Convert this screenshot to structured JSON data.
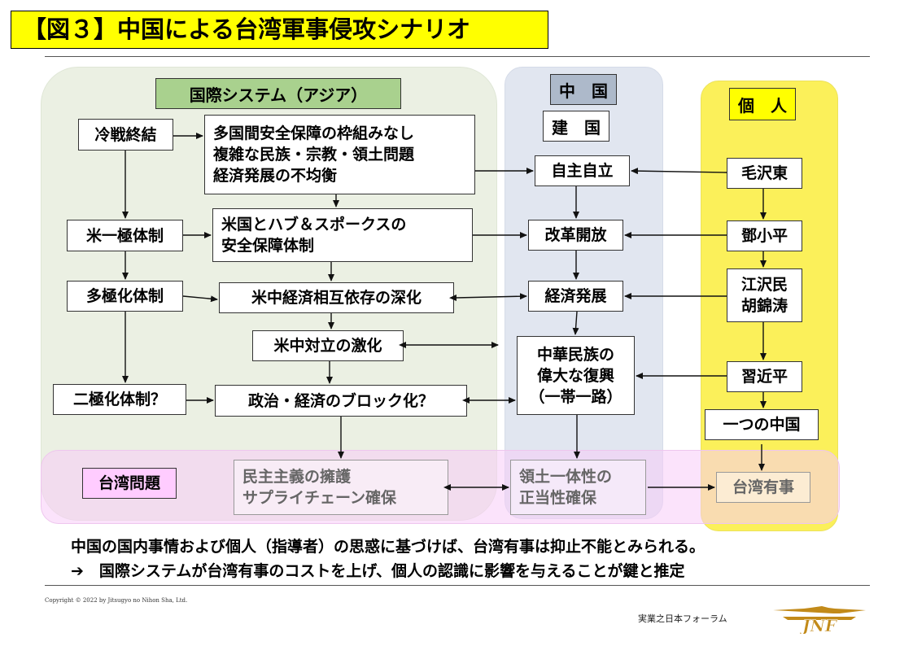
{
  "title": "【図３】中国による台湾軍事侵攻シナリオ",
  "headers": {
    "international": "国際システム（アジア）",
    "china": "中　国",
    "founding": "建　国",
    "individual": "個　人"
  },
  "international": {
    "cold_war_end": "冷戦終結",
    "problems": [
      "多国間安全保障の枠組みなし",
      "複雑な民族・宗教・領土問題",
      "経済発展の不均衡"
    ],
    "unipolar": "米一極体制",
    "hub_spokes": [
      "米国とハブ＆スポークスの",
      "安全保障体制"
    ],
    "multipolar": "多極化体制",
    "interdependence": "米中経済相互依存の深化",
    "confrontation": "米中対立の激化",
    "bipolar": "二極化体制？",
    "blocs": "政治・経済のブロック化？"
  },
  "china": {
    "self_reliance": "自主自立",
    "reform": "改革開放",
    "growth": "経済発展",
    "rejuvenation": [
      "中華民族の",
      "偉大な復興",
      "（一帯一路）"
    ]
  },
  "individual": {
    "mao": "毛沢東",
    "deng": "鄧小平",
    "jiang_hu": [
      "江沢民",
      "胡錦涛"
    ],
    "xi": "習近平",
    "one_china": "一つの中国"
  },
  "taiwan": {
    "label": "台湾問題",
    "democracy": [
      "民主主義の擁護",
      "サプライチェーン確保"
    ],
    "territory": [
      "領土一体性の",
      "正当性確保"
    ],
    "contingency": "台湾有事"
  },
  "summary": [
    "中国の国内事情および個人（指導者）の思惑に基づけば、台湾有事は抑止不能とみられる。",
    "➔　国際システムが台湾有事のコストを上げ、個人の認識に影響を与えることが鍵と推定"
  ],
  "footer": {
    "copyright": "Copyright © 2022 by Jitsugyo no Nihon Sha, Ltd.",
    "forum": "実業之日本フォーラム",
    "logo_text": "JNF"
  },
  "colors": {
    "title_bg": "#ffff00",
    "international_panel": "#ebf0e3",
    "international_header": "#a9d18e",
    "china_panel": "#e1e6f0",
    "china_header": "#adb9ca",
    "individual_panel": "#fbf05a",
    "individual_header": "#ffff00",
    "taiwan_band": "#f8ccf8",
    "taiwan_label_bg": "#ffccff",
    "logo": "#c28a19"
  }
}
